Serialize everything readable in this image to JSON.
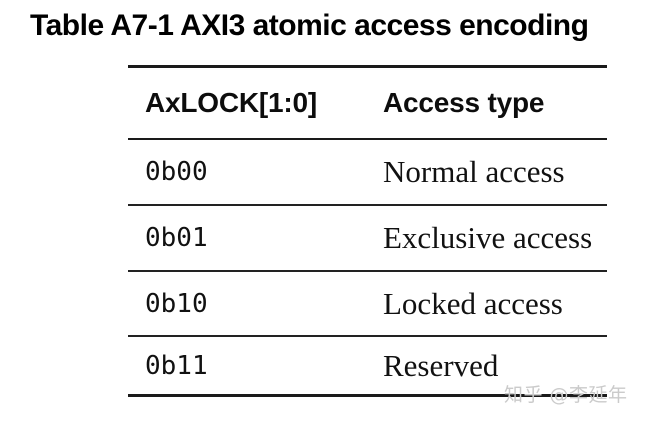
{
  "title": "Table A7-1 AXI3 atomic access encoding",
  "table": {
    "columns": {
      "code_label": "AxLOCK[1:0]",
      "access_label": "Access type"
    },
    "rows": [
      {
        "code": "0b00",
        "access": "Normal access"
      },
      {
        "code": "0b01",
        "access": "Exclusive access"
      },
      {
        "code": "0b10",
        "access": "Locked access"
      },
      {
        "code": "0b11",
        "access": "Reserved"
      }
    ]
  },
  "watermark": "知乎 @李延年",
  "colors": {
    "background": "#ffffff",
    "text": "#111111",
    "rule": "#1a1a1a",
    "watermark": "#cbcbcb"
  }
}
